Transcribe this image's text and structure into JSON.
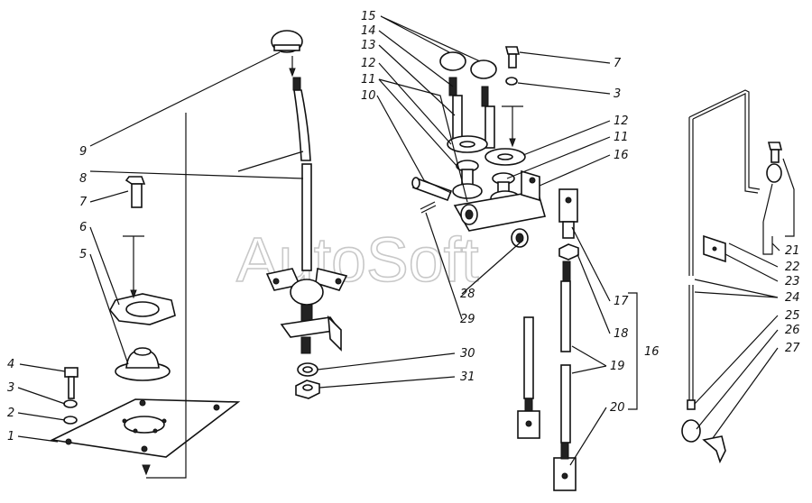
{
  "watermark": "AutoSoft",
  "callouts": {
    "c1": "1",
    "c2": "2",
    "c3a": "3",
    "c4": "4",
    "c5": "5",
    "c6": "6",
    "c7a": "7",
    "c8": "8",
    "c9": "9",
    "c15": "15",
    "c14": "14",
    "c13": "13",
    "c12a": "12",
    "c11a": "11",
    "c10": "10",
    "c7b": "7",
    "c3b": "3",
    "c12b": "12",
    "c11b": "11",
    "c16a": "16",
    "c28": "28",
    "c29": "29",
    "c30": "30",
    "c31": "31",
    "c17": "17",
    "c18": "18",
    "c19": "19",
    "c16b": "16",
    "c20": "20",
    "c21": "21",
    "c22": "22",
    "c23": "23",
    "c24": "24",
    "c25": "25",
    "c26": "26",
    "c27": "27"
  }
}
